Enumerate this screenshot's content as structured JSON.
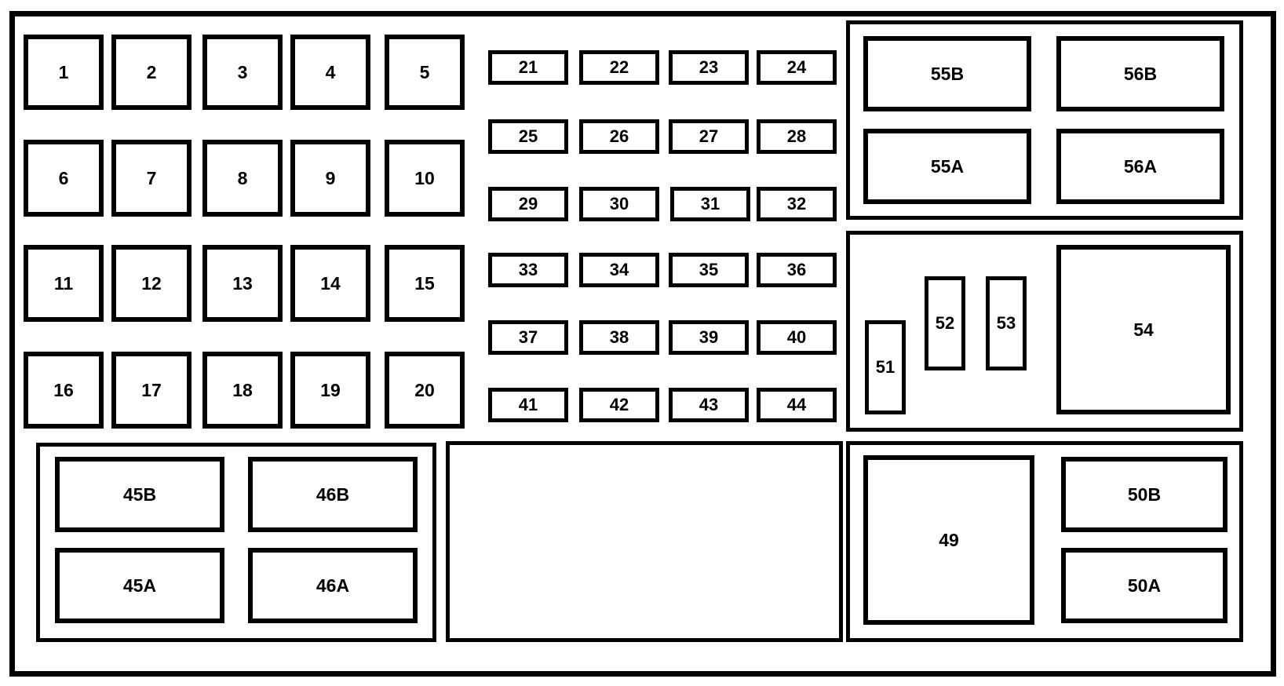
{
  "colors": {
    "stroke": "#000000",
    "background": "#ffffff"
  },
  "fuses": {
    "f1": "1",
    "f2": "2",
    "f3": "3",
    "f4": "4",
    "f5": "5",
    "f6": "6",
    "f7": "7",
    "f8": "8",
    "f9": "9",
    "f10": "10",
    "f11": "11",
    "f12": "12",
    "f13": "13",
    "f14": "14",
    "f15": "15",
    "f16": "16",
    "f17": "17",
    "f18": "18",
    "f19": "19",
    "f20": "20",
    "f21": "21",
    "f22": "22",
    "f23": "23",
    "f24": "24",
    "f25": "25",
    "f26": "26",
    "f27": "27",
    "f28": "28",
    "f29": "29",
    "f30": "30",
    "f31": "31",
    "f32": "32",
    "f33": "33",
    "f34": "34",
    "f35": "35",
    "f36": "36",
    "f37": "37",
    "f38": "38",
    "f39": "39",
    "f40": "40",
    "f41": "41",
    "f42": "42",
    "f43": "43",
    "f44": "44",
    "f45a": "45A",
    "f45b": "45B",
    "f46a": "46A",
    "f46b": "46B",
    "f49": "49",
    "f50a": "50A",
    "f50b": "50B",
    "f51": "51",
    "f52": "52",
    "f53": "53",
    "f54": "54",
    "f55a": "55A",
    "f55b": "55B",
    "f56a": "56A",
    "f56b": "56B"
  }
}
